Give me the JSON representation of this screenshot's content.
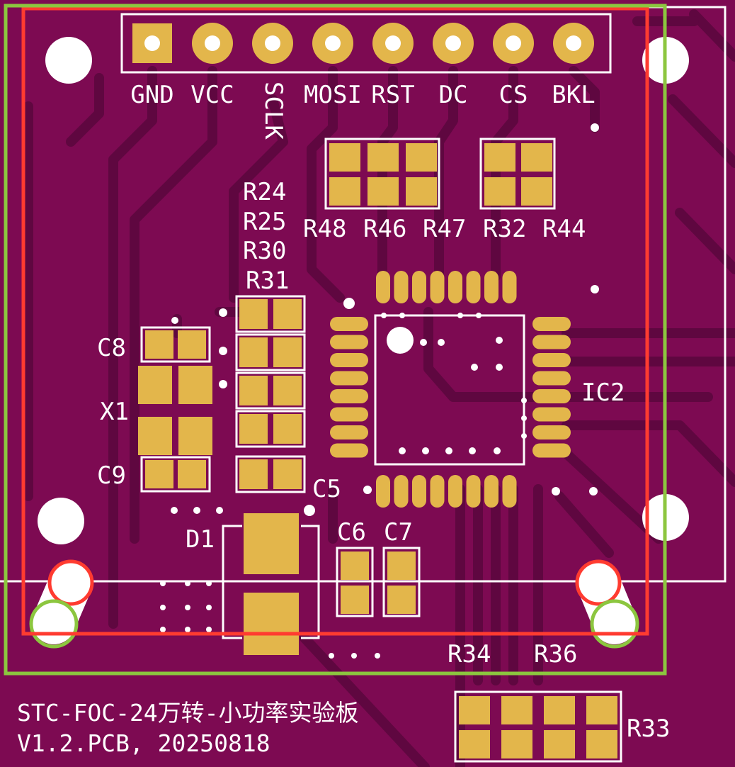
{
  "colors": {
    "board": "#7d0a52",
    "trace": "#5f0740",
    "copper_pad": "#e3b64b",
    "silkscreen": "#ffffff",
    "outline_red": "#ff3b30",
    "outline_green": "#8cc63f"
  },
  "header_pins": [
    "GND",
    "VCC",
    "SCLK",
    "MOSI",
    "RST",
    "DC",
    "CS",
    "BKL"
  ],
  "designators": {
    "r24": "R24",
    "r25": "R25",
    "r30": "R30",
    "r31": "R31",
    "r48": "R48",
    "r46": "R46",
    "r47": "R47",
    "r32": "R32",
    "r44": "R44",
    "c8": "C8",
    "x1": "X1",
    "c9": "C9",
    "c5": "C5",
    "ic2": "IC2",
    "d1": "D1",
    "c6": "C6",
    "c7": "C7",
    "r34": "R34",
    "r36": "R36",
    "r33": "R33"
  },
  "board_title": "STC-FOC-24万转-小功率实验板",
  "board_version": "V1.2.PCB, 20250818"
}
